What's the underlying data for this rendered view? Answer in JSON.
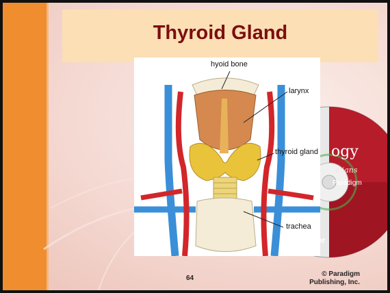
{
  "slide": {
    "title": "Thyroid Gland",
    "page_number": "64",
    "copyright": "© Paradigm Publishing, Inc."
  },
  "figure": {
    "labels": {
      "hyoid_bone": "hyoid bone",
      "larynx": "larynx",
      "thyroid_gland": "thyroid gland",
      "trachea": "trachea"
    }
  },
  "cd_label": {
    "title_fragment": "ogy",
    "subtitle_fragment": "icians",
    "publisher": "Paradigm",
    "bottom_fragment": "er"
  },
  "colors": {
    "accent_bar": "#f08d2f",
    "title_box": "#fcdfb5",
    "title_text": "#7a0e10",
    "artery": "#d2262a",
    "vein": "#3a8fd8",
    "gland": "#e9c33a"
  }
}
